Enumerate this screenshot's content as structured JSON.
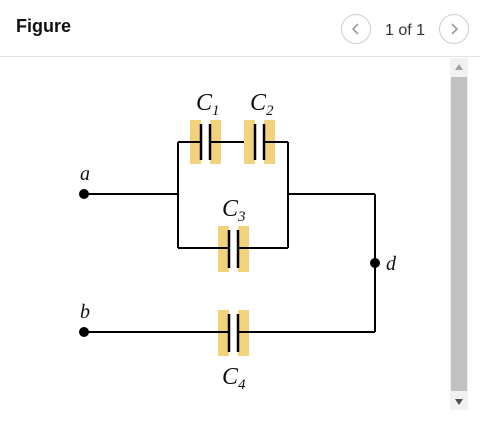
{
  "header": {
    "title": "Figure",
    "page_indicator": "1 of 1"
  },
  "figure": {
    "labels": {
      "a": "a",
      "b": "b",
      "d": "d",
      "c1": "C",
      "c1_sub": "1",
      "c2": "C",
      "c2_sub": "2",
      "c3": "C",
      "c3_sub": "3",
      "c4": "C",
      "c4_sub": "4"
    },
    "colors": {
      "wire": "#000000",
      "capacitor_fill": "#f2d27a"
    }
  }
}
